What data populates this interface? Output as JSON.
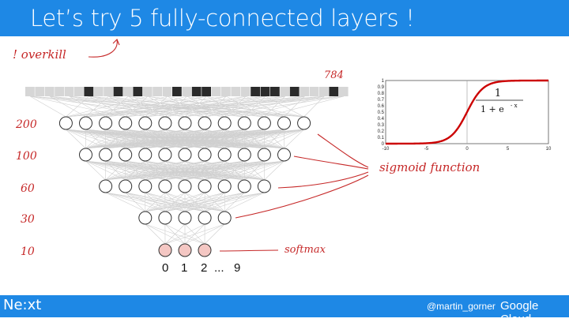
{
  "header": {
    "title": "Let’s try 5 fully-connected layers !"
  },
  "annotations": {
    "overkill": "! overkill",
    "input_count": "784",
    "sigmoid_label": "sigmoid function",
    "softmax_label": "softmax"
  },
  "layers": [
    {
      "size_label": "200",
      "neurons_shown": 13
    },
    {
      "size_label": "100",
      "neurons_shown": 11
    },
    {
      "size_label": "60",
      "neurons_shown": 9
    },
    {
      "size_label": "30",
      "neurons_shown": 5
    },
    {
      "size_label": "10",
      "neurons_shown": 3
    }
  ],
  "outputs": {
    "d0": "0",
    "d1": "1",
    "d2": "2",
    "ellipsis": "...",
    "d9": "9"
  },
  "sigmoid_plot": {
    "formula_numerator": "1",
    "formula_denominator": "1 + e",
    "formula_exponent": "- x",
    "x_ticks": [
      "-10",
      "-5",
      "0",
      "5",
      "10"
    ],
    "y_ticks": [
      "0",
      "0.1",
      "0.2",
      "0.3",
      "0.4",
      "0.5",
      "0.6",
      "0.7",
      "0.8",
      "0.9",
      "1"
    ],
    "curve_color": "#cc0000"
  },
  "footer": {
    "logo": "Ne:xt",
    "handle": "@martin_gorner",
    "brand": "Google Cloud"
  },
  "colors": {
    "accent": "#1e88e5",
    "annotation": "#c62828",
    "output_neuron": "#f4c7c3"
  }
}
